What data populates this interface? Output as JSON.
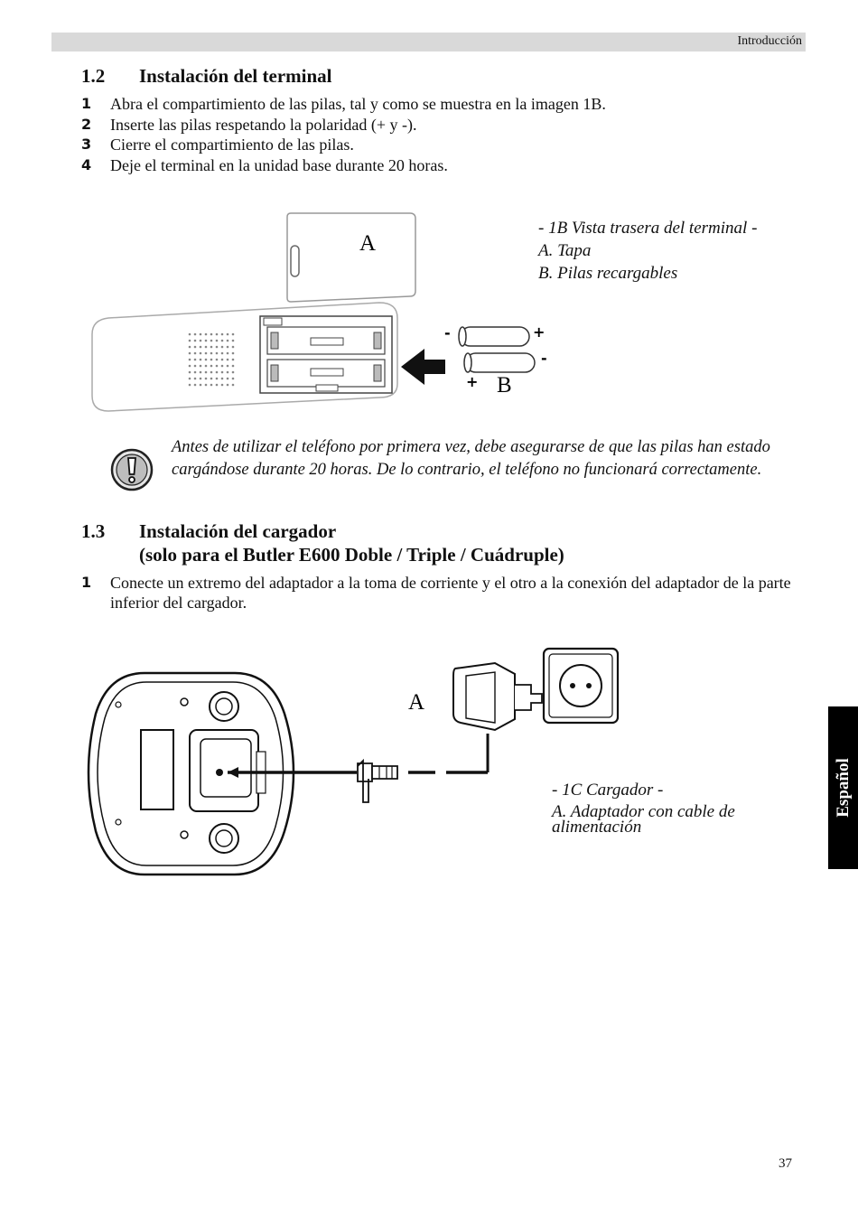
{
  "header": {
    "section": "Introducción"
  },
  "section_1_2": {
    "number": "1.2",
    "title": "Instalación del terminal",
    "steps": [
      {
        "n": "1",
        "text": "Abra el compartimiento de las pilas, tal y como se muestra en la imagen 1B."
      },
      {
        "n": "2",
        "text": "Inserte las pilas respetando la polaridad (+ y -)."
      },
      {
        "n": "3",
        "text": "Cierre el compartimiento de las pilas."
      },
      {
        "n": "4",
        "text": "Deje el terminal en la unidad base durante 20 horas."
      }
    ]
  },
  "figure_1b": {
    "caption_title": "- 1B Vista trasera del terminal -",
    "caption_a": "A. Tapa",
    "caption_b": "B. Pilas recargables",
    "label_a": "A",
    "label_b": "B",
    "plus": "+",
    "minus": "-"
  },
  "note": {
    "icon": "exclamation-icon",
    "text": "Antes de utilizar el teléfono por primera vez, debe asegurarse de que las pilas han estado cargándose durante 20 horas. De lo contrario, el teléfono no funcionará correctamente."
  },
  "section_1_3": {
    "number": "1.3",
    "title_line1": "Instalación del cargador",
    "title_line2": "(solo para el Butler E600 Doble / Triple / Cuádruple)",
    "steps": [
      {
        "n": "1",
        "text": "Conecte un extremo del adaptador a la toma de corriente y el otro a la conexión del adaptador de la parte inferior del cargador."
      }
    ]
  },
  "figure_1c": {
    "caption_title": "- 1C Cargador -",
    "caption_a_line1": "A. Adaptador con cable de",
    "caption_a_line2": "alimentación",
    "label_a": "A"
  },
  "side_tab": {
    "label": "Español"
  },
  "page_number": "37"
}
